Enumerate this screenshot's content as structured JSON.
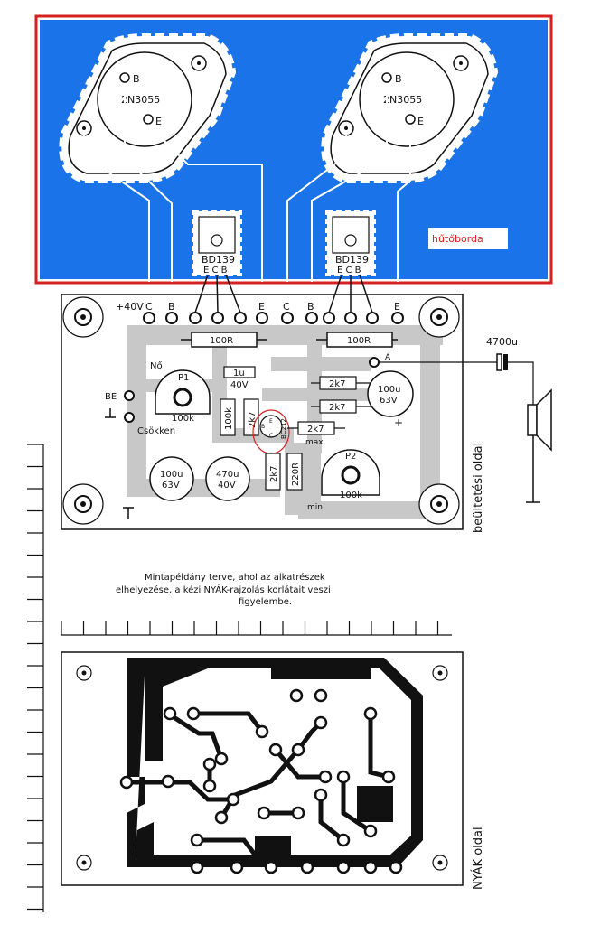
{
  "heatsink": {
    "label": "hűtőborda",
    "power_transistors": [
      {
        "type": "2N3055",
        "pin_b": "B",
        "pin_e": "E"
      },
      {
        "type": "2N3055",
        "pin_b": "B",
        "pin_e": "E"
      }
    ],
    "driver_transistors": [
      {
        "type": "BD139",
        "pins": "E C B"
      },
      {
        "type": "BD139",
        "pins": "E C B"
      }
    ]
  },
  "component_side": {
    "side_label": "beültetési oldal",
    "connector_labels": [
      "+40V",
      "C",
      "B",
      "E",
      "C",
      "B",
      "E"
    ],
    "resistors": [
      "100R",
      "100R",
      "2k7",
      "2k7",
      "2k7",
      "100k",
      "2k7",
      "2k7",
      "220R"
    ],
    "capacitors": [
      {
        "value": "1u",
        "voltage": "40V"
      },
      {
        "value": "100u",
        "voltage": "63V"
      },
      {
        "value": "100u",
        "voltage": "63V"
      },
      {
        "value": "470u",
        "voltage": "40V"
      }
    ],
    "pot1": {
      "name": "P1",
      "value": "100k"
    },
    "pot2": {
      "name": "P2",
      "value": "100k"
    },
    "small_transistor": {
      "type": "BC212",
      "pins": [
        "B",
        "E",
        "C"
      ]
    },
    "input_label": "BE",
    "increase_label": "Nő",
    "decrease_label": "Csökken",
    "max_label": "max.",
    "min_label": "min.",
    "point_a": "A",
    "speaker_cap": "4700u",
    "plus_sign": "+"
  },
  "note": {
    "line1": "Mintapéldány terve, ahol az alkatrészek",
    "line2": "elhelyezése, a kézi NYÁK-rajzolás korlátait veszi",
    "line3": "figyelembe."
  },
  "pcb_side": {
    "side_label": "NYÁK oldal"
  },
  "colors": {
    "heatsink_fill": "#1a73e8",
    "frame_red": "#d42020",
    "track_gray": "#c8c8c8",
    "copper": "#111111",
    "label_red": "#e02020"
  }
}
